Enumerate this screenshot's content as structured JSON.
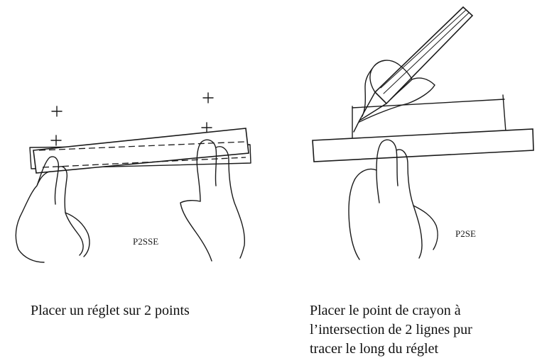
{
  "left_panel": {
    "code": "P2SSE",
    "caption_lines": [
      "Placer un réglet sur 2 points"
    ]
  },
  "right_panel": {
    "code": "P2SE",
    "caption_lines": [
      "Placer le point de crayon à",
      "l’intersection de 2 lignes pur",
      "tracer le long du réglet"
    ]
  },
  "colors": {
    "ink": "#1a1a1a",
    "background": "#ffffff"
  }
}
